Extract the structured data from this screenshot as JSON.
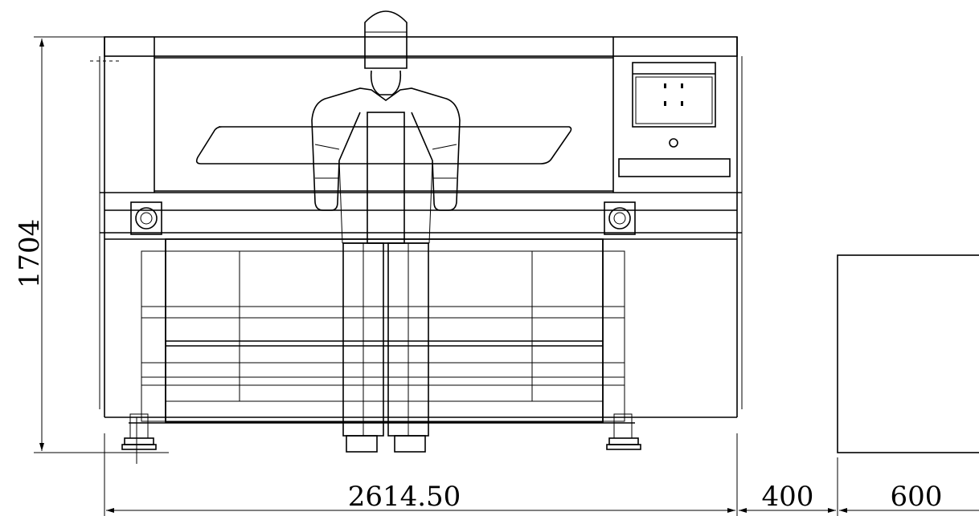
{
  "dimensions": {
    "overall_width": "2614.50",
    "gap_width": "400",
    "box_width": "600",
    "height": "1704"
  }
}
